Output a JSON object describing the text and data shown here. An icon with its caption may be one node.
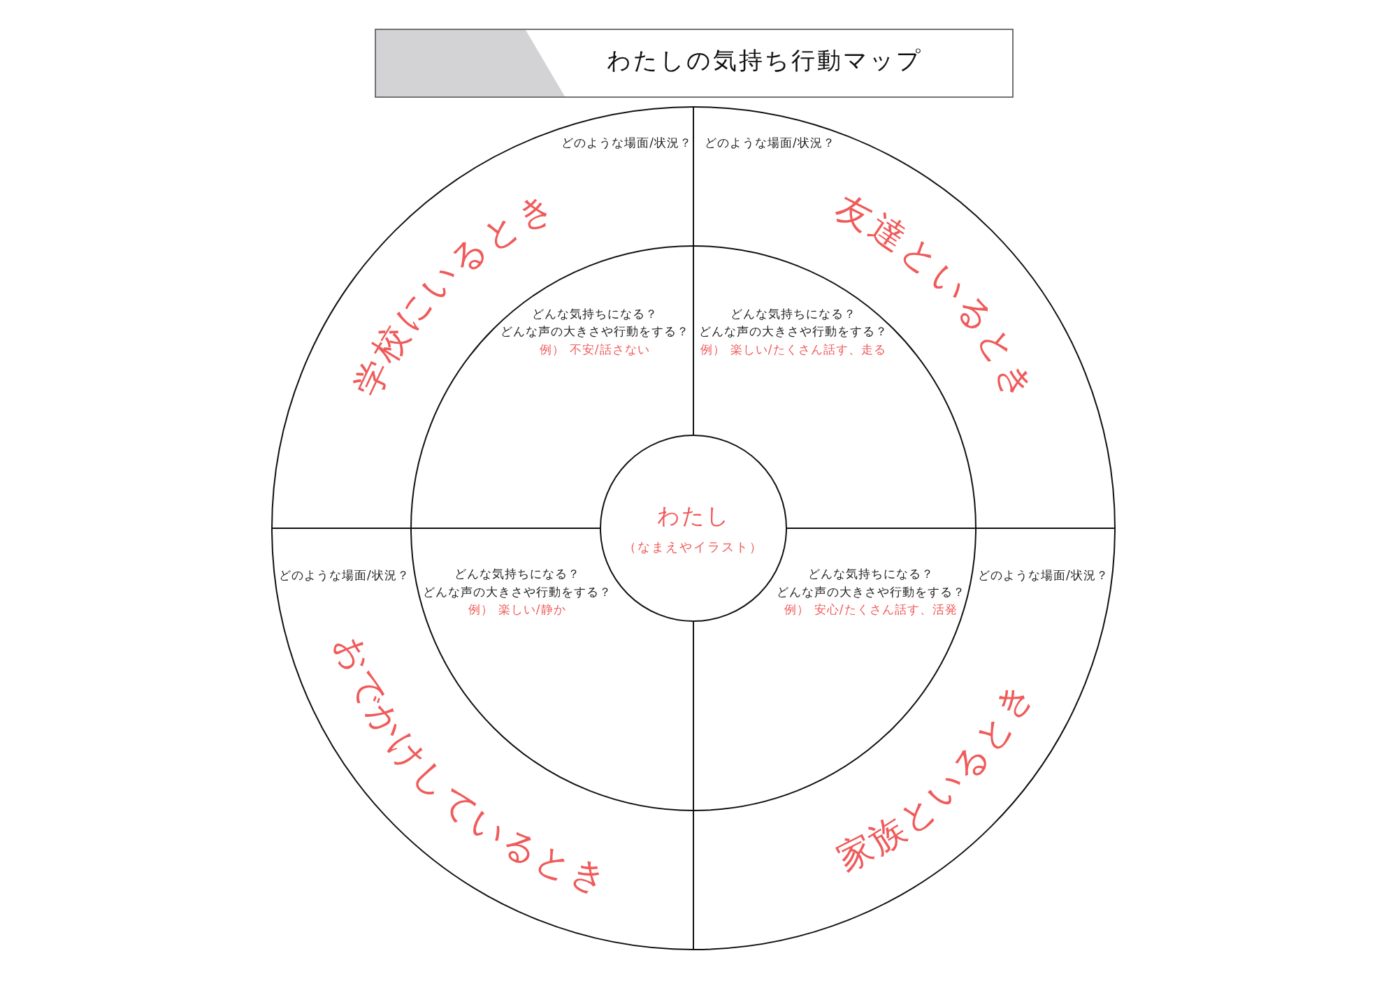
{
  "diagram": {
    "title": "わたしの気持ち行動マップ",
    "nodes": [
      {
        "text": [
          "わたし",
          "（なまえやイラスト）"
        ]
      }
    ],
    "labels": [
      "どのような場面/状況？",
      "どのような場面/状況？",
      "学校にいるとき",
      "友達といるとき",
      "どんな気持ちになる？",
      "どんな声の大きさや行動をする？",
      "例） 不安/話さない",
      "どんな気持ちになる？",
      "どんな声の大きさや行動をする？",
      "例） 楽しい/たくさん話す、走る",
      "どのような場面/状況？",
      "どんな気持ちになる？",
      "どんな声の大きさや行動をする？",
      "例） 楽しい/静か",
      "どんな気持ちになる？",
      "どんな声の大きさや行動をする？",
      "例） 安心/たくさん話す、活発",
      "どのような場面/状況？",
      "おでかけしているとき",
      "家族といるとき"
    ]
  }
}
